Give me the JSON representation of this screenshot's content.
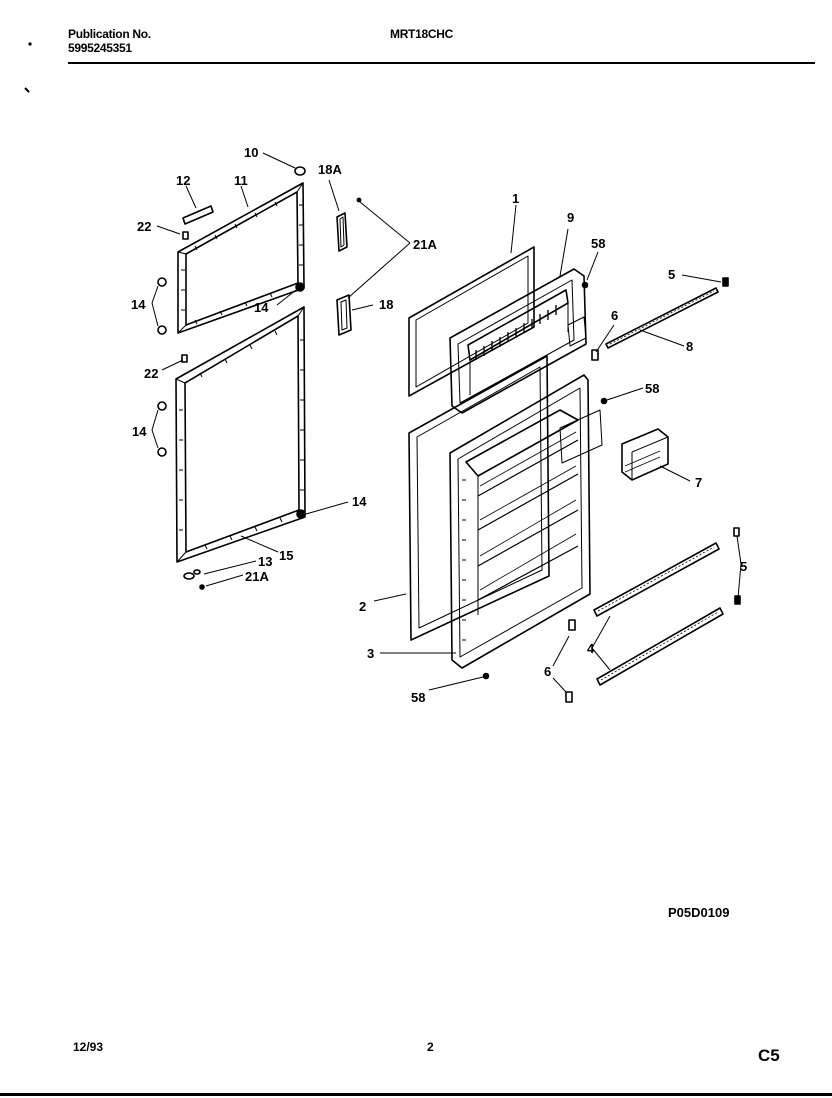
{
  "header": {
    "publication_label": "Publication No.",
    "publication_number": "5995245351",
    "model": "MRT18CHC"
  },
  "diagram": {
    "callouts": {
      "c1": "1",
      "c2": "2",
      "c3": "3",
      "c4": "4",
      "c5a": "5",
      "c5b": "5",
      "c6a": "6",
      "c6b": "6",
      "c7": "7",
      "c8": "8",
      "c9": "9",
      "c10": "10",
      "c11": "11",
      "c12": "12",
      "c13": "13",
      "c14a": "14",
      "c14b": "14",
      "c14c": "14",
      "c14d": "14",
      "c15": "15",
      "c18": "18",
      "c18a": "18A",
      "c21a_top": "21A",
      "c21a_bot": "21A",
      "c22a": "22",
      "c22b": "22",
      "c58a": "58",
      "c58b": "58",
      "c58c": "58"
    },
    "drawing_code": "P05D0109"
  },
  "footer": {
    "date": "12/93",
    "page": "2",
    "section": "C5"
  }
}
